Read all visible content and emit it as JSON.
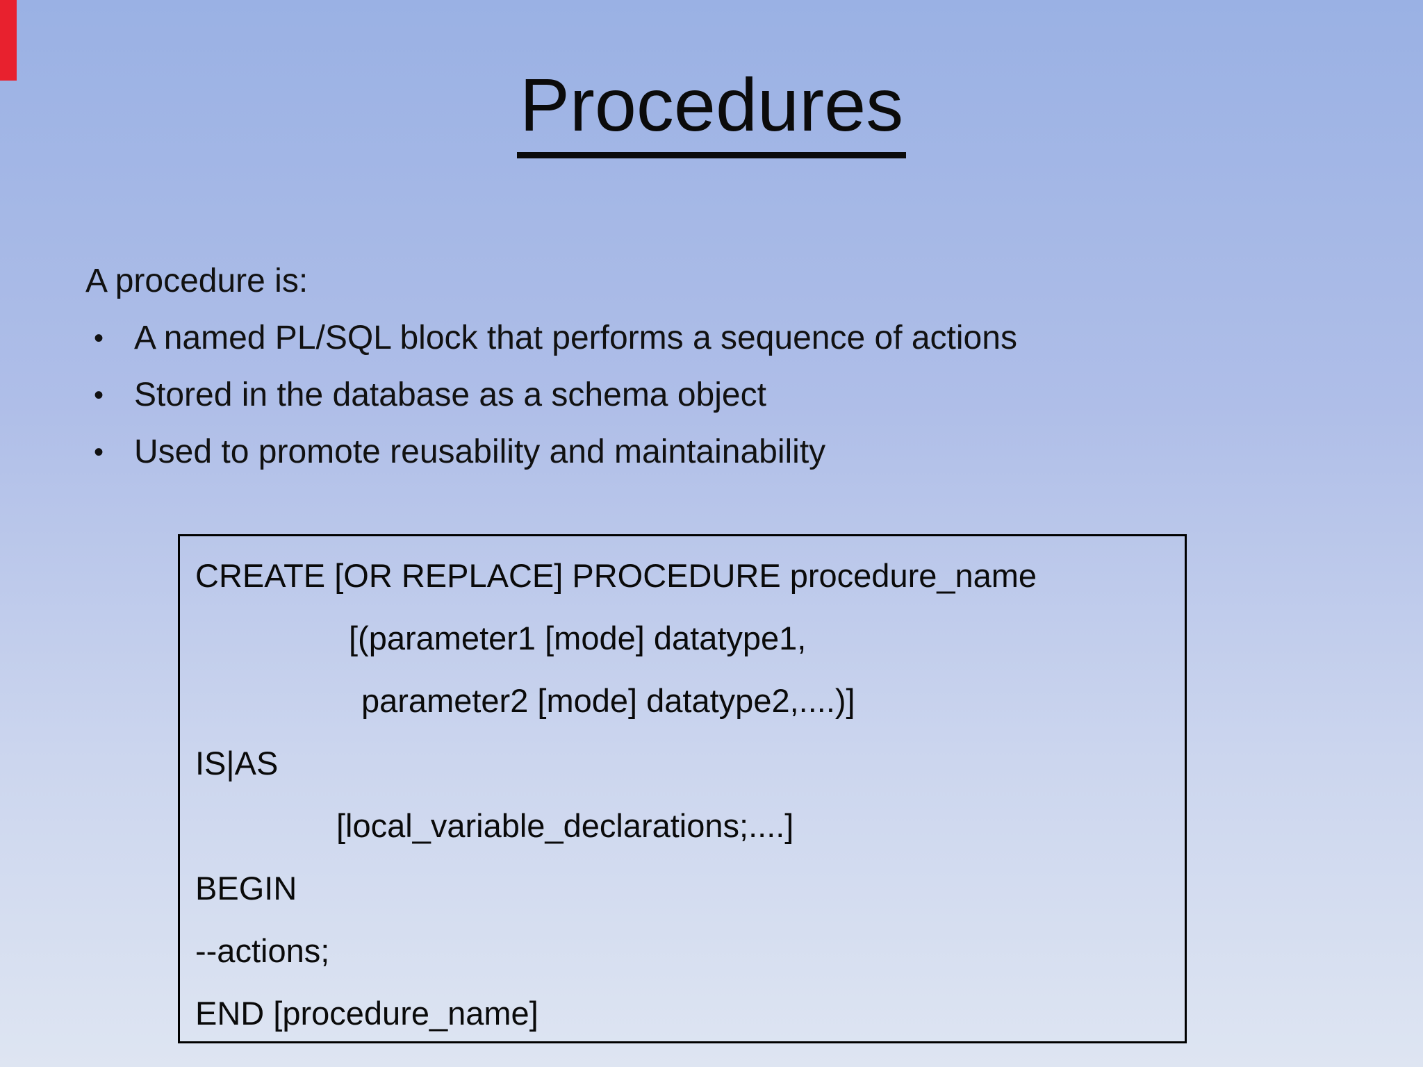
{
  "slide": {
    "title": "Procedures",
    "intro": "A procedure is:",
    "bullet_glyph": "•",
    "bullets": [
      {
        "text": "A named PL/SQL block that performs a sequence of actions"
      },
      {
        "text": "Stored in the database as a schema object"
      },
      {
        "text": "Used to promote reusability and maintainability"
      }
    ],
    "code_box": {
      "lines": [
        {
          "text": "CREATE [OR REPLACE] PROCEDURE procedure_name"
        },
        {
          "text": "[(parameter1 [mode] datatype1,"
        },
        {
          "text": "parameter2 [mode] datatype2,....)]"
        },
        {
          "text": "IS|AS"
        },
        {
          "text": "[local_variable_declarations;....]"
        },
        {
          "text": "BEGIN"
        },
        {
          "text": "--actions;"
        },
        {
          "text": "END [procedure_name]"
        }
      ]
    },
    "colors": {
      "background_top": "#9AB1E4",
      "background_bottom": "#DEE5F2",
      "text": "#000000",
      "box_border": "#000000",
      "corner_marker_red": "#E8212E"
    }
  }
}
